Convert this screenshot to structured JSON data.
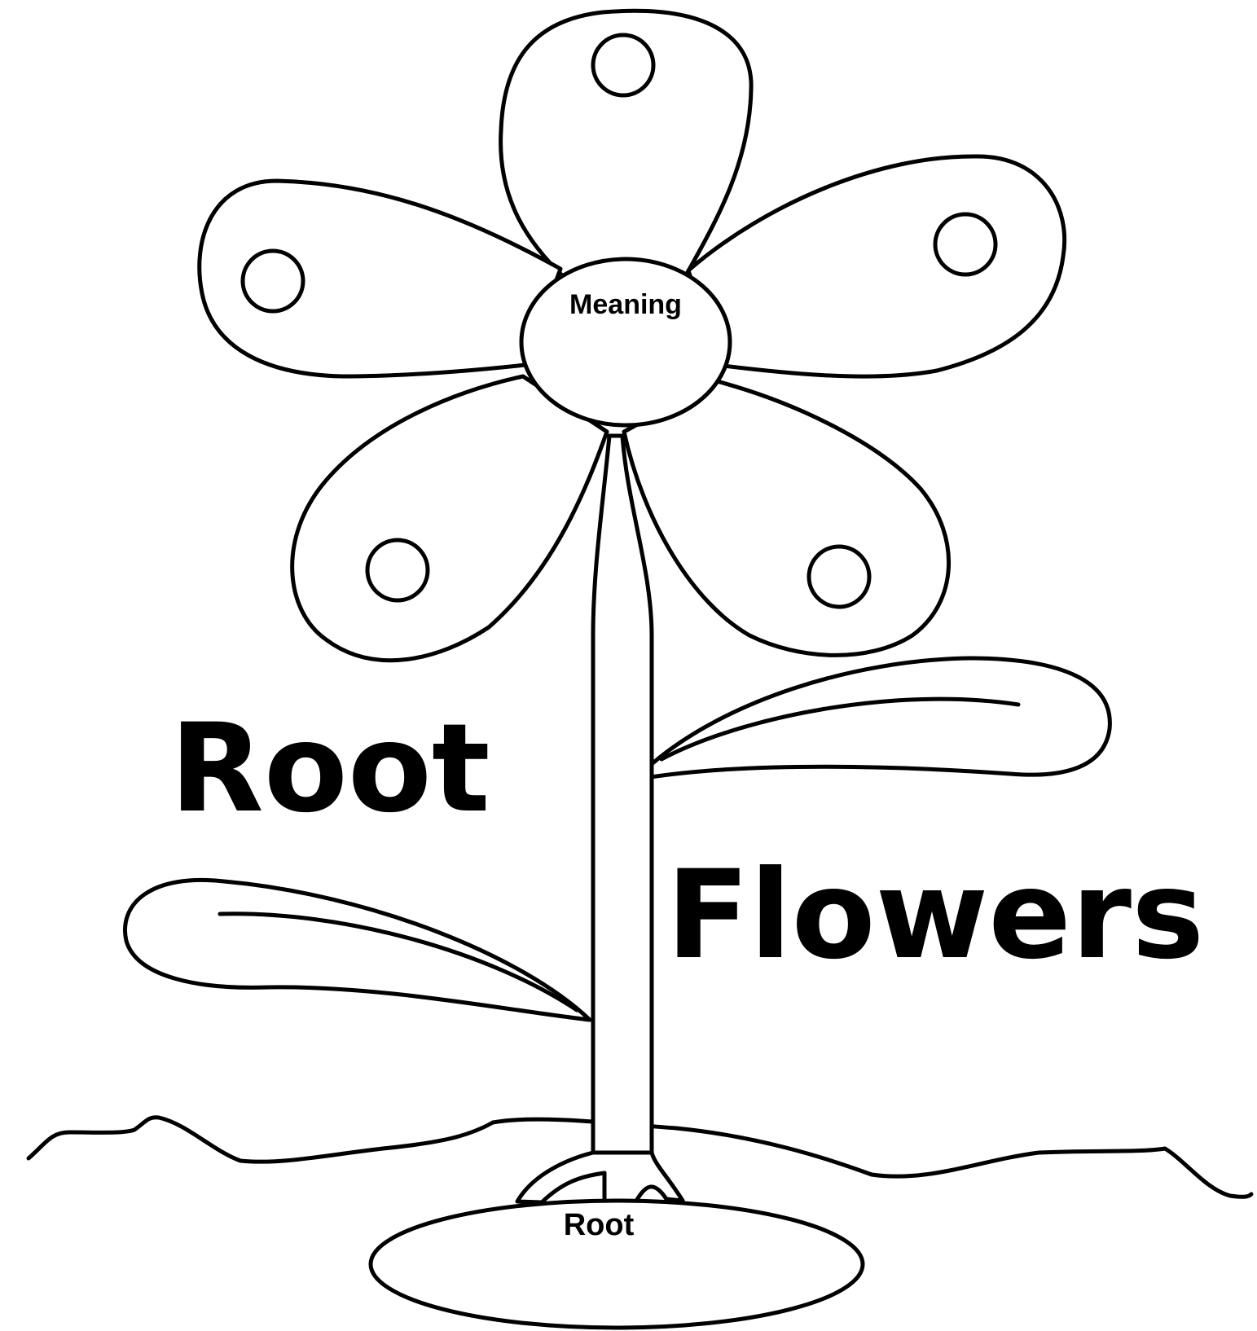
{
  "title": {
    "line1": "Root",
    "line2": "Flowers"
  },
  "flower": {
    "center_label": "Meaning",
    "petal_count": 5
  },
  "root": {
    "label": "Root"
  },
  "colors": {
    "ink": "#000000",
    "paper": "#ffffff"
  }
}
